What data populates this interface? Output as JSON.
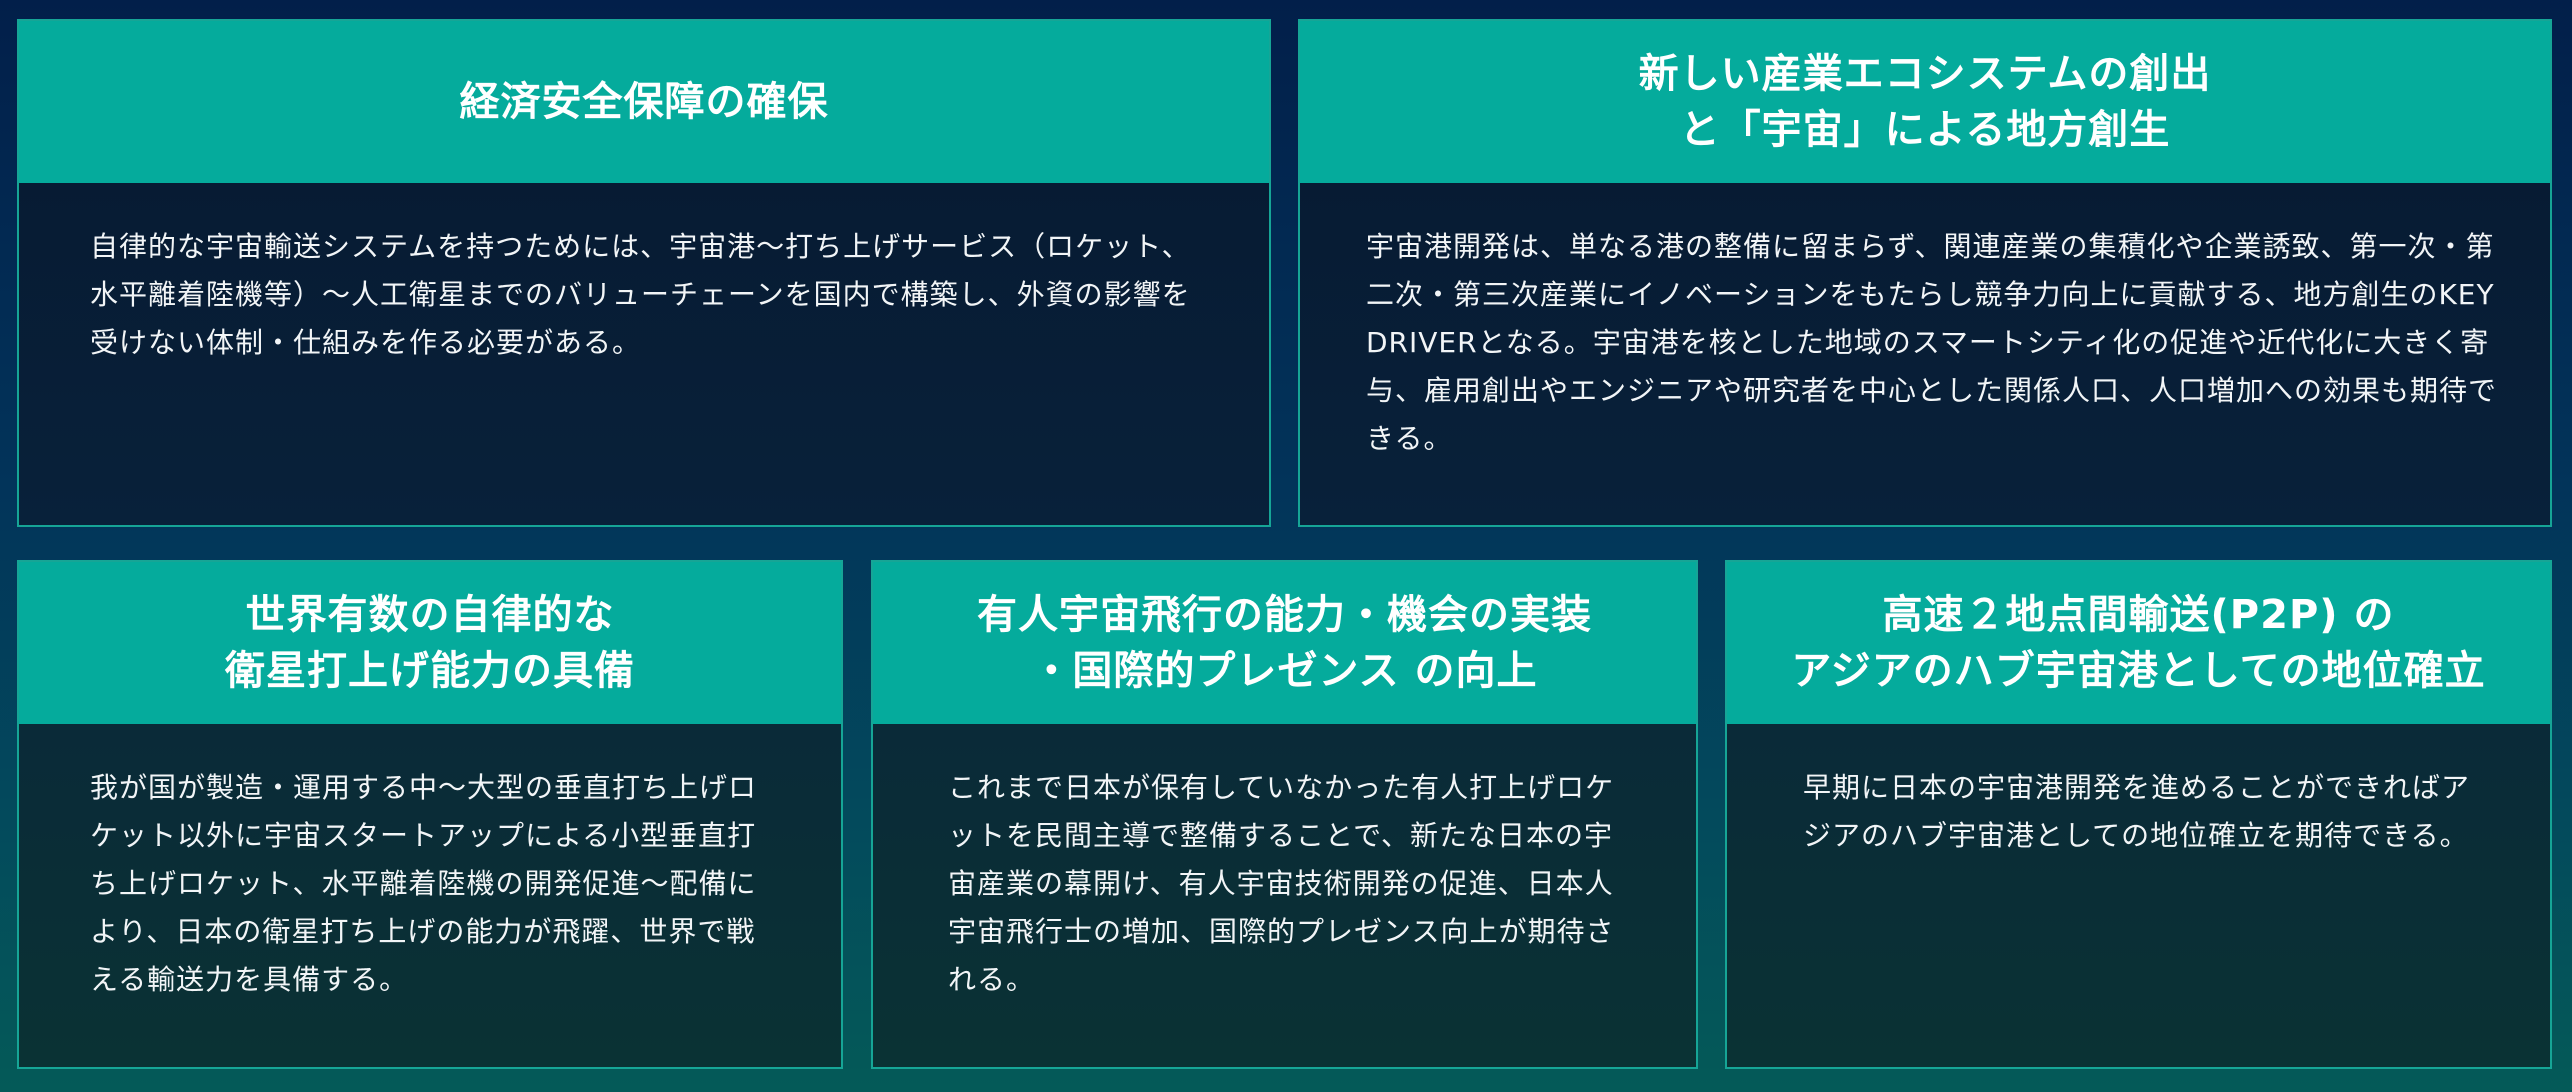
{
  "colors": {
    "background_top": "#021f4a",
    "background_bottom": "#045a58",
    "header": "#05ab9c",
    "border": "#16a596",
    "body_dark": "#071b33",
    "text": "#ffffff"
  },
  "cards": [
    {
      "title": "経済安全保障の確保",
      "body": "自律的な宇宙輸送システムを持つためには、宇宙港〜打ち上げサービス（ロケット、水平離着陸機等）〜人工衛星までのバリューチェーンを国内で構築し、外資の影響を受けない体制・仕組みを作る必要がある。"
    },
    {
      "title": "新しい産業エコシステムの創出\nと「宇宙」による地方創生",
      "body": "宇宙港開発は、単なる港の整備に留まらず、関連産業の集積化や企業誘致、第一次・第二次・第三次産業にイノベーションをもたらし競争力向上に貢献する、地方創生のKEY DRIVERとなる。宇宙港を核とした地域のスマートシティ化の促進や近代化に大きく寄与、雇用創出やエンジニアや研究者を中心とした関係人口、人口増加への効果も期待できる。"
    },
    {
      "title": "世界有数の自律的な\n衛星打上げ能力の具備",
      "body": "我が国が製造・運用する中〜大型の垂直打ち上げロケット以外に宇宙スタートアップによる小型垂直打ち上げロケット、水平離着陸機の開発促進〜配備により、日本の衛星打ち上げの能力が飛躍、世界で戦える輸送力を具備する。"
    },
    {
      "title": "有人宇宙飛行の能力・機会の実装\n・国際的プレゼンス の向上",
      "body": "これまで日本が保有していなかった有人打上げロケットを民間主導で整備することで、新たな日本の宇宙産業の幕開け、有人宇宙技術開発の促進、日本人宇宙飛行士の増加、国際的プレゼンス向上が期待される。"
    },
    {
      "title": "高速２地点間輸送(P2P) の\nアジアのハブ宇宙港としての地位確立",
      "body": "早期に日本の宇宙港開発を進めることができればアジアのハブ宇宙港としての地位確立を期待できる。"
    }
  ]
}
